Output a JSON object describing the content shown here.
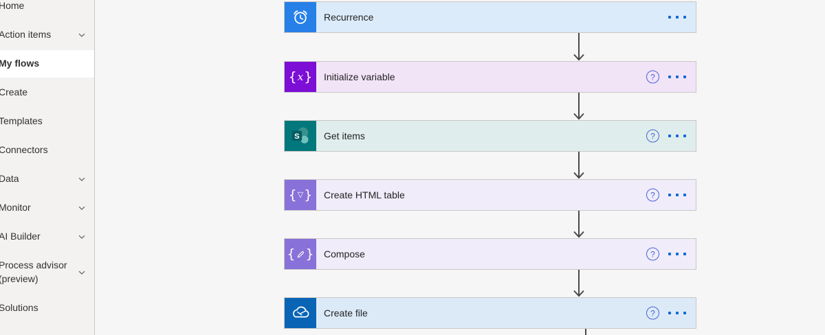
{
  "sidebar": {
    "items": [
      {
        "label": "Home",
        "expandable": false,
        "selected": false
      },
      {
        "label": "Action items",
        "expandable": true,
        "selected": false
      },
      {
        "label": "My flows",
        "expandable": false,
        "selected": true
      },
      {
        "label": "Create",
        "expandable": false,
        "selected": false
      },
      {
        "label": "Templates",
        "expandable": false,
        "selected": false
      },
      {
        "label": "Connectors",
        "expandable": false,
        "selected": false
      },
      {
        "label": "Data",
        "expandable": true,
        "selected": false
      },
      {
        "label": "Monitor",
        "expandable": true,
        "selected": false
      },
      {
        "label": "AI Builder",
        "expandable": true,
        "selected": false
      },
      {
        "label": "Process advisor (preview)",
        "expandable": true,
        "selected": false
      },
      {
        "label": "Solutions",
        "expandable": false,
        "selected": false
      }
    ]
  },
  "flow": {
    "help_glyph": "?",
    "steps": [
      {
        "title": "Recurrence",
        "icon": "recurrence-clock-icon",
        "icon_bg": "#2680e8",
        "card_bg": "#dcebfa",
        "has_help": false
      },
      {
        "title": "Initialize variable",
        "icon": "variable-braces-x-icon",
        "icon_bg": "#7c0ed6",
        "card_bg": "#f2e4f7",
        "glyph": "{x}",
        "has_help": true
      },
      {
        "title": "Get items",
        "icon": "sharepoint-icon",
        "icon_bg": "#03787c",
        "card_bg": "#dfeeec",
        "has_help": true
      },
      {
        "title": "Create HTML table",
        "icon": "data-operation-table-icon",
        "icon_bg": "#8871d8",
        "card_bg": "#f0ecfa",
        "glyph": "{▽}",
        "has_help": true
      },
      {
        "title": "Compose",
        "icon": "data-operation-compose-icon",
        "icon_bg": "#8871d8",
        "card_bg": "#f0ecfa",
        "glyph": "{}",
        "has_help": true
      },
      {
        "title": "Create file",
        "icon": "onedrive-cloud-icon",
        "icon_bg": "#0a64b6",
        "card_bg": "#dceaf7",
        "has_help": true
      }
    ]
  },
  "colors": {
    "help_accent": "#4661d4",
    "menu_dots": "#1268d3",
    "connector": "#494949",
    "sidebar_bg": "#f3f2f1",
    "canvas_bg": "#f6f6f6"
  }
}
